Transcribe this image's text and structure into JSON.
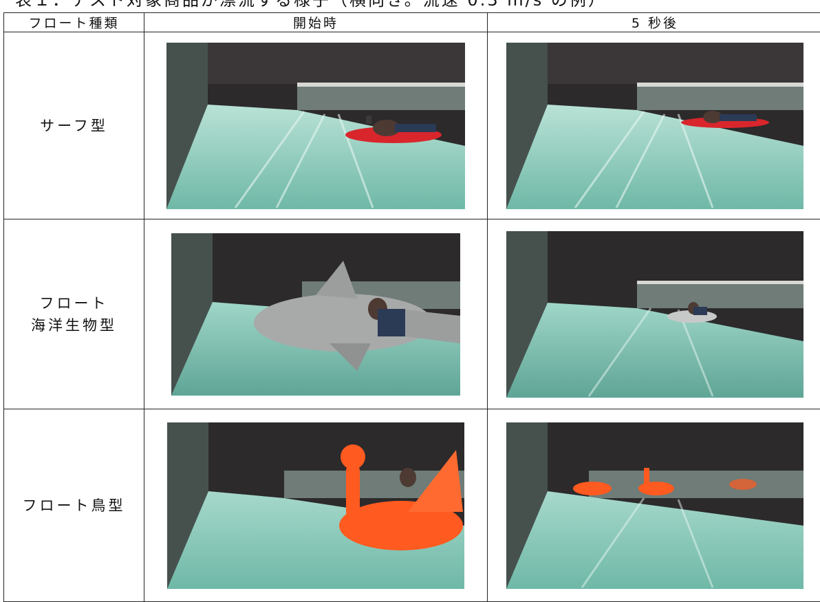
{
  "caption": "表１．テスト対象商品が漂流する様子（横向き。流速 0.3 m/s の例）",
  "table": {
    "headers": [
      "フロート種類",
      "開始時",
      "5 秒後"
    ],
    "rows": [
      {
        "label_line1": "サーフ型",
        "label_line2": ""
      },
      {
        "label_line1": "フロート",
        "label_line2": "海洋生物型"
      },
      {
        "label_line1": "フロート鳥型",
        "label_line2": ""
      }
    ]
  },
  "colors": {
    "water": "#8ed1c2",
    "water_deep": "#5fa596",
    "ceiling": "#2c2a2b",
    "float_red": "#d8262c",
    "float_silver": "#a7aaa9",
    "float_orange": "#ff5a1f"
  }
}
